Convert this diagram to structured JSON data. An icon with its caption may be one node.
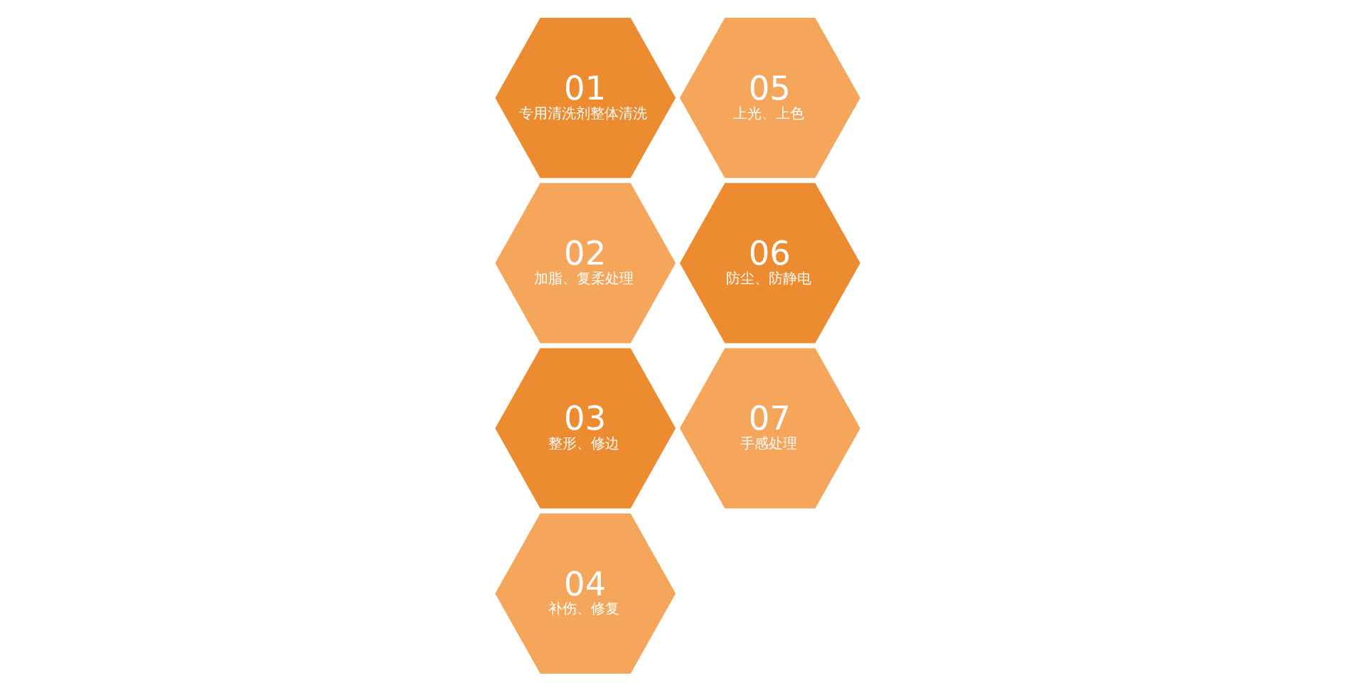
{
  "diagram": {
    "nodes": [
      {
        "text": [
          "01",
          "专用清洗剂整体清洗"
        ]
      },
      {
        "text": [
          "02",
          "加脂、复柔处理"
        ]
      },
      {
        "text": [
          "03",
          "整形、修边"
        ]
      },
      {
        "text": [
          "04",
          "补伤、修复"
        ]
      },
      {
        "text": [
          "05",
          "上光、上色"
        ]
      },
      {
        "text": [
          "06",
          "防尘、防静电"
        ]
      },
      {
        "text": [
          "07",
          "手感处理"
        ]
      }
    ]
  }
}
